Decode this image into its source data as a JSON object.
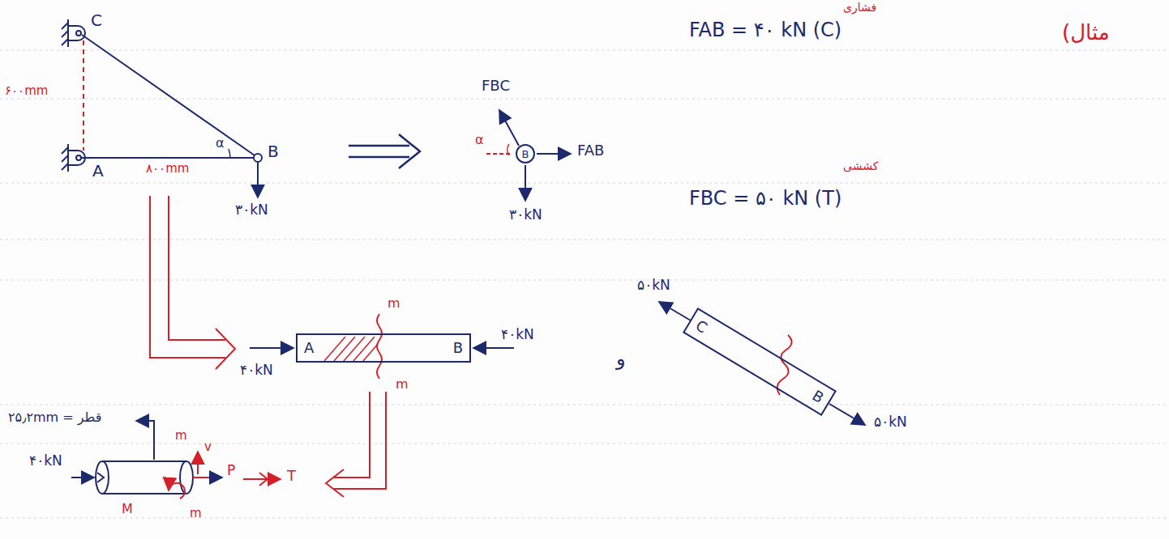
{
  "diagram": {
    "nodes": [
      {
        "text": [
          "B"
        ]
      },
      {
        "text": [
          "A",
          "B"
        ]
      },
      {
        "text": [
          "C",
          "B"
        ]
      }
    ],
    "labels": [
      "C",
      "۶۰۰mm",
      "A",
      "۸۰۰mm",
      "α",
      "B",
      "۳۰kN",
      "FBC",
      "α",
      "FAB",
      "۳۰kN",
      "FAB = ۴۰ kN (C)",
      "فشاری",
      "FBC = ۵۰ kN (T)",
      "کششی",
      "(مثال",
      "m",
      "m",
      "۴۰kN",
      "۴۰kN",
      "و",
      "۵۰kN",
      "۵۰kN",
      "۲۵٫۲mm = قطر",
      "۴۰kN",
      "v",
      "P",
      "M",
      "m",
      "m",
      "T"
    ]
  }
}
